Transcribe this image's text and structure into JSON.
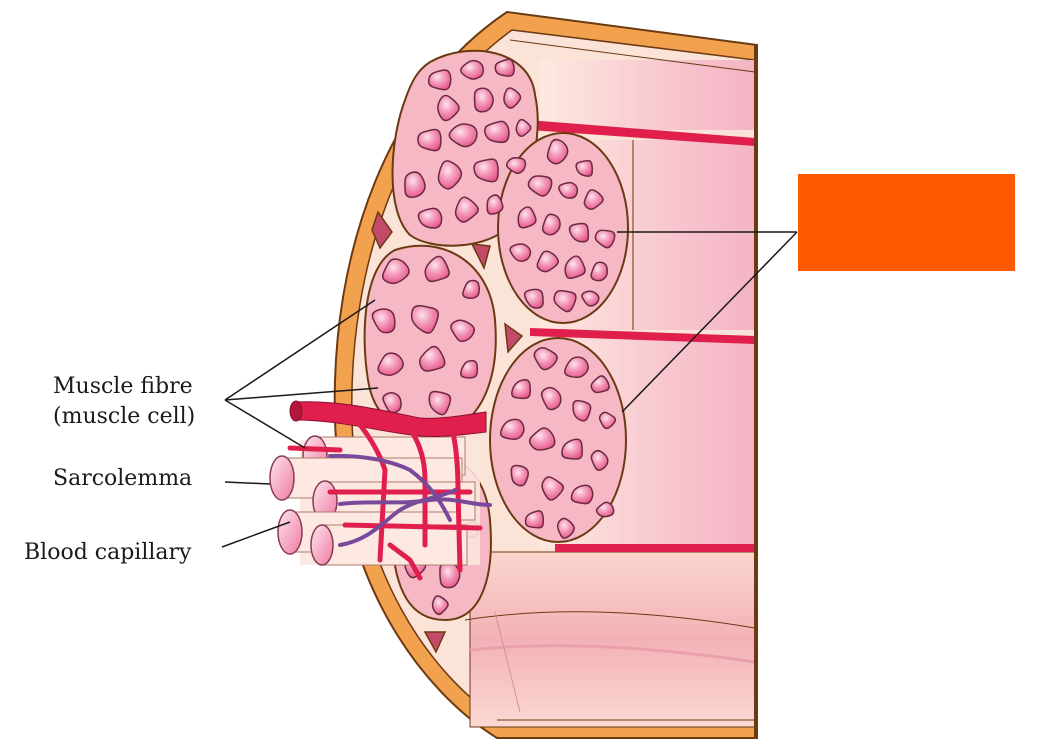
{
  "labels": {
    "muscle_fibre_line1": "Muscle fibre",
    "muscle_fibre_line2": "(muscle cell)",
    "sarcolemma": "Sarcolemma",
    "blood_capillary": "Blood capillary"
  },
  "colors": {
    "outer_sheath": "#f2a24e",
    "sheath_outline": "#6b3a12",
    "tissue_background": "#fbe3d8",
    "fascicle_fill": "#f6b8c4",
    "fibre_fill": "#f07aa3",
    "fibre_highlight": "#fbd0df",
    "blood_vessel": "#e01f4c",
    "capillary": "#7a4a9a",
    "label_mask": "#ff5a00",
    "text": "#1a1a1a"
  }
}
